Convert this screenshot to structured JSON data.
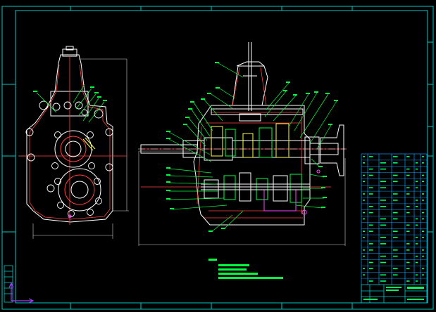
{
  "colors": {
    "background": "#000000",
    "frame": "#00c8c8",
    "body_line": "#ffffff",
    "hatch": "#ff4040",
    "leader": "#00ff40",
    "dim": "#d0d0d0",
    "table": "#00a0ff",
    "table_text": "#00ff60",
    "accent": "#ff40ff",
    "gear_outline": "#ffff40",
    "ucs": "#a040ff"
  },
  "drawing": {
    "front_view": {
      "type": "gearbox-end-view"
    },
    "section_view": {
      "type": "gearbox-longitudinal-section"
    },
    "title_block": {
      "rows": 21,
      "columns": 6
    }
  }
}
